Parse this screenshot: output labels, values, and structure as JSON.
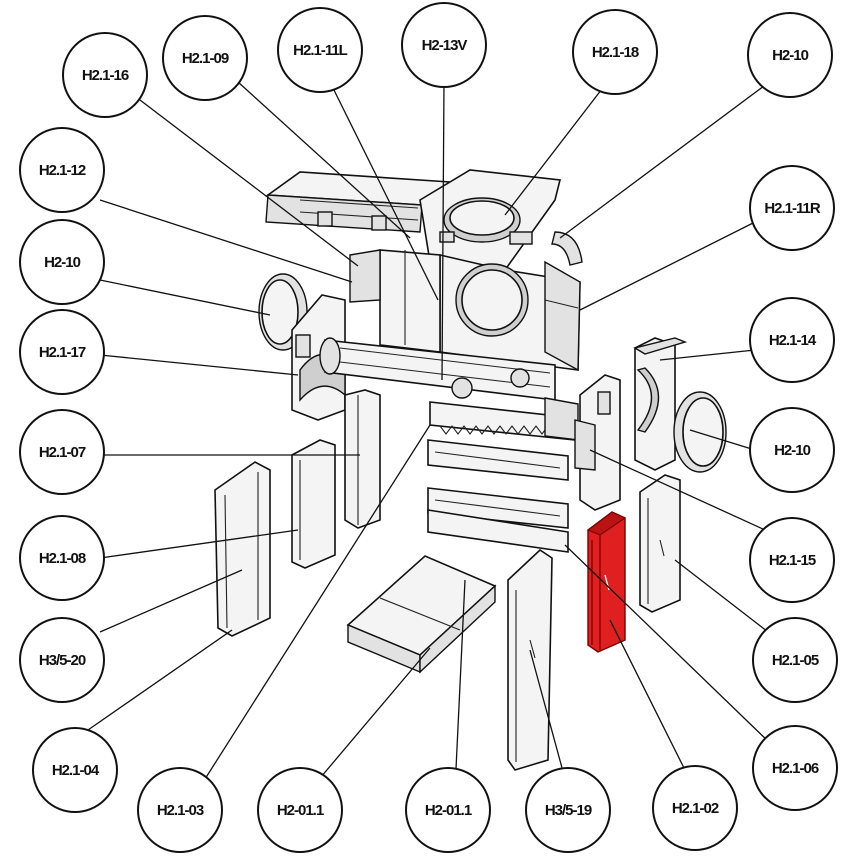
{
  "highlight_color": "#e02020",
  "callouts": [
    {
      "label": "H2.1-16"
    },
    {
      "label": "H2.1-09"
    },
    {
      "label": "H2.1-11L"
    },
    {
      "label": "H2-13V"
    },
    {
      "label": "H2.1-18"
    },
    {
      "label": "H2-10"
    },
    {
      "label": "H2.1-12"
    },
    {
      "label": "H2.1-11R"
    },
    {
      "label": "H2-10"
    },
    {
      "label": "H2.1-17"
    },
    {
      "label": "H2.1-14"
    },
    {
      "label": "H2.1-07"
    },
    {
      "label": "H2-10"
    },
    {
      "label": "H2.1-08"
    },
    {
      "label": "H2.1-15"
    },
    {
      "label": "H3/5-20"
    },
    {
      "label": "H2.1-05"
    },
    {
      "label": "H2.1-04"
    },
    {
      "label": "H2.1-06"
    },
    {
      "label": "H2.1-03"
    },
    {
      "label": "H2-01.1"
    },
    {
      "label": "H2-01.1"
    },
    {
      "label": "H3/5-19"
    },
    {
      "label": "H2.1-02"
    }
  ]
}
